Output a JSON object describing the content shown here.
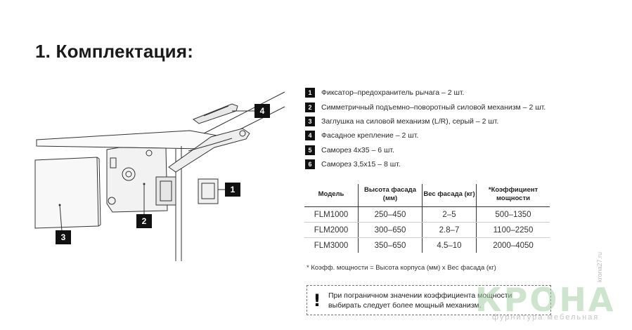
{
  "title": "1. Комплектация:",
  "items": [
    {
      "num": "1",
      "text": "Фиксатор–предохранитель рычага – 2 шт."
    },
    {
      "num": "2",
      "text": "Симметричный подъемно–поворотный силовой механизм – 2 шт."
    },
    {
      "num": "3",
      "text": "Заглушка на силовой механизм (L/R), серый – 2 шт."
    },
    {
      "num": "4",
      "text": "Фасадное крепление – 2 шт."
    },
    {
      "num": "5",
      "text": "Саморез 4х35 – 6 шт."
    },
    {
      "num": "6",
      "text": "Саморез 3,5х15 – 8 шт."
    }
  ],
  "table": {
    "headers": [
      "Модель",
      "Высота фасада (мм)",
      "Вес фасада (кг)",
      "*Коэффициент мощности"
    ],
    "rows": [
      [
        "FLM1000",
        "250–450",
        "2–5",
        "500–1350"
      ],
      [
        "FLM2000",
        "300–650",
        "2.8–7",
        "1100–2250"
      ],
      [
        "FLM3000",
        "350–650",
        "4.5–10",
        "2000–4050"
      ]
    ]
  },
  "note": "* Коэфф. мощности = Высота корпуса (мм) х Вес фасада (кг)",
  "warning": {
    "icon": "exclamation-icon",
    "line1": "При пограничном значении коэффициента мощности",
    "line2": "выбирать следует более мощный механизм."
  },
  "callouts": {
    "c1": "1",
    "c2": "2",
    "c3": "3",
    "c4": "4"
  },
  "logo": {
    "main": "КРОНА",
    "sub": "фурнитура мебельная",
    "side": "krona27.ru"
  },
  "colors": {
    "text": "#222222",
    "badge": "#111111",
    "logo": "#a6cfa5"
  }
}
